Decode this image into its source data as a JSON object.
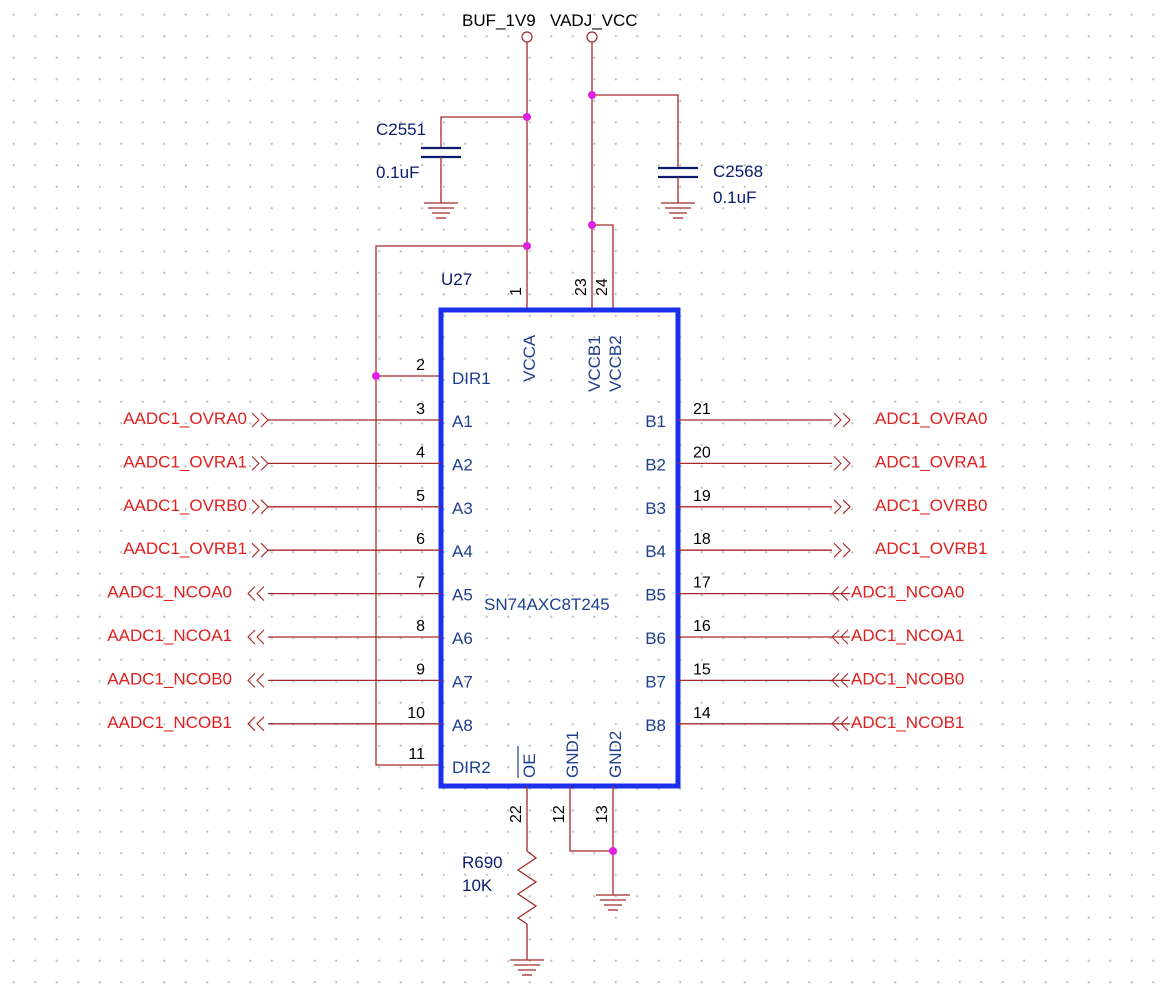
{
  "power": {
    "left": "BUF_1V9",
    "right": "VADJ_VCC"
  },
  "c2551": {
    "ref": "C2551",
    "value": "0.1uF"
  },
  "c2568": {
    "ref": "C2568",
    "value": "0.1uF"
  },
  "r690": {
    "ref": "R690",
    "value": "10K"
  },
  "u27": {
    "ref": "U27",
    "part": "SN74AXC8T245",
    "top_pins": [
      {
        "name": "VCCA",
        "num": "1"
      },
      {
        "name": "VCCB1",
        "num": "23"
      },
      {
        "name": "VCCB2",
        "num": "24"
      }
    ],
    "bottom_pins": [
      {
        "name": "OE",
        "num": "22"
      },
      {
        "name": "GND1",
        "num": "12"
      },
      {
        "name": "GND2",
        "num": "13"
      }
    ],
    "dir1": {
      "name": "DIR1",
      "num": "2"
    },
    "dir2": {
      "name": "DIR2",
      "num": "11"
    },
    "left_pins": [
      {
        "name": "A1",
        "num": "3",
        "net": "AADC1_OVRA0",
        "dir": "in"
      },
      {
        "name": "A2",
        "num": "4",
        "net": "AADC1_OVRA1",
        "dir": "in"
      },
      {
        "name": "A3",
        "num": "5",
        "net": "AADC1_OVRB0",
        "dir": "in"
      },
      {
        "name": "A4",
        "num": "6",
        "net": "AADC1_OVRB1",
        "dir": "in"
      },
      {
        "name": "A5",
        "num": "7",
        "net": "AADC1_NCOA0",
        "dir": "out"
      },
      {
        "name": "A6",
        "num": "8",
        "net": "AADC1_NCOA1",
        "dir": "out"
      },
      {
        "name": "A7",
        "num": "9",
        "net": "AADC1_NCOB0",
        "dir": "out"
      },
      {
        "name": "A8",
        "num": "10",
        "net": "AADC1_NCOB1",
        "dir": "out"
      }
    ],
    "right_pins": [
      {
        "name": "B1",
        "num": "21",
        "net": "ADC1_OVRA0",
        "dir": "out"
      },
      {
        "name": "B2",
        "num": "20",
        "net": "ADC1_OVRA1",
        "dir": "out"
      },
      {
        "name": "B3",
        "num": "19",
        "net": "ADC1_OVRB0",
        "dir": "out"
      },
      {
        "name": "B4",
        "num": "18",
        "net": "ADC1_OVRB1",
        "dir": "out"
      },
      {
        "name": "B5",
        "num": "17",
        "net": "ADC1_NCOA0",
        "dir": "in"
      },
      {
        "name": "B6",
        "num": "16",
        "net": "ADC1_NCOA1",
        "dir": "in"
      },
      {
        "name": "B7",
        "num": "15",
        "net": "ADC1_NCOB0",
        "dir": "in"
      },
      {
        "name": "B8",
        "num": "14",
        "net": "ADC1_NCOB1",
        "dir": "in"
      }
    ]
  }
}
